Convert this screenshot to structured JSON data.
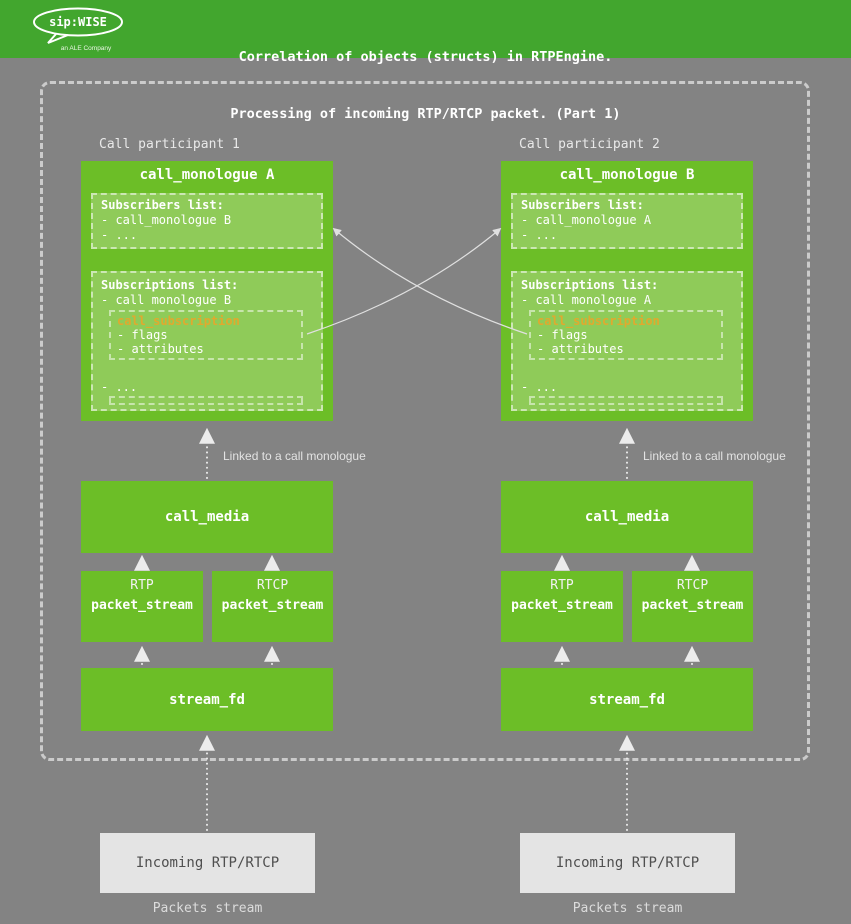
{
  "header": {
    "title_line1": "Correlation of objects (structs) in RTPEngine.",
    "title_line2": "Processing of incoming RTP/RTCP packet. (Part 1)",
    "logo_text": "sip:WISE",
    "logo_subtext": "an ALE Company"
  },
  "colors": {
    "header_green": "#42a62e",
    "box_green": "#6cbe27",
    "inner_green": "#8fcb59",
    "accent_orange": "#e0a92f",
    "background": "#838383",
    "incoming_bg": "#e4e4e4"
  },
  "participants": {
    "p1": {
      "label": "Call participant 1",
      "monologue_title": "call_monologue A",
      "subscribers": {
        "title": "Subscribers list:",
        "items": [
          "- call_monologue B",
          "- ..."
        ]
      },
      "subscriptions": {
        "title": "Subscriptions list:",
        "item": "- call monologue B",
        "subscription": {
          "title": "call_subscription",
          "items": [
            "- flags",
            "- attributes"
          ]
        },
        "more": "- ..."
      },
      "linked_label": "Linked to a call monologue",
      "call_media": "call_media",
      "rtp_label": "RTP",
      "rtcp_label": "RTCP",
      "packet_stream": "packet_stream",
      "stream_fd": "stream_fd",
      "incoming": "Incoming RTP/RTCP",
      "packets_stream": "Packets stream"
    },
    "p2": {
      "label": "Call participant 2",
      "monologue_title": "call_monologue B",
      "subscribers": {
        "title": "Subscribers list:",
        "items": [
          "- call_monologue A",
          "- ..."
        ]
      },
      "subscriptions": {
        "title": "Subscriptions list:",
        "item": "- call monologue A",
        "subscription": {
          "title": "call_subscription",
          "items": [
            "- flags",
            "- attributes"
          ]
        },
        "more": "- ..."
      },
      "linked_label": "Linked to a call monologue",
      "call_media": "call_media",
      "rtp_label": "RTP",
      "rtcp_label": "RTCP",
      "packet_stream": "packet_stream",
      "stream_fd": "stream_fd",
      "incoming": "Incoming RTP/RTCP",
      "packets_stream": "Packets stream"
    }
  }
}
